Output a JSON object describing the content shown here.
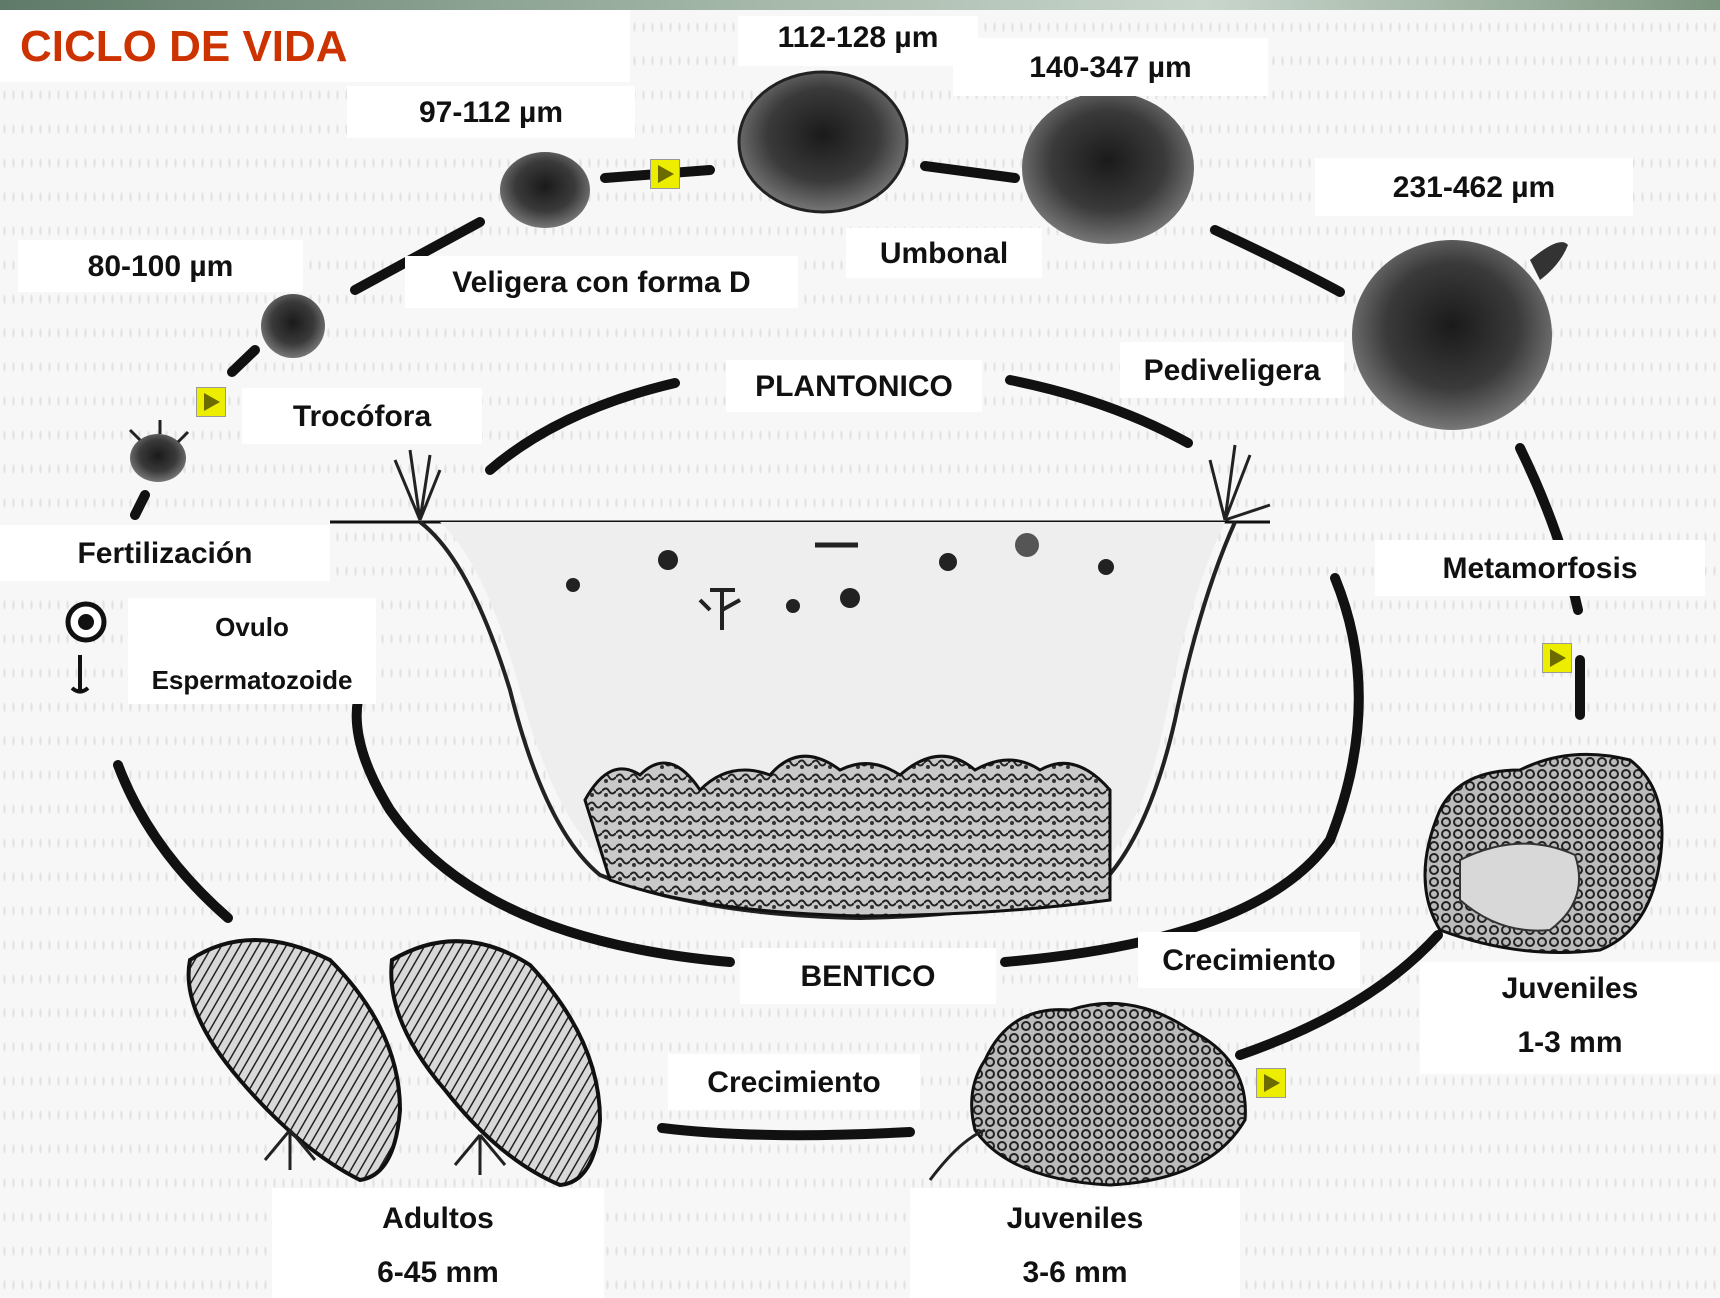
{
  "title": "CICLO DE VIDA",
  "labels": {
    "size_80_100": "80-100 µm",
    "size_97_112": "97-112 µm",
    "size_112_128": "112-128 µm",
    "size_140_347": "140-347 µm",
    "size_231_462": "231-462 µm",
    "veligera": "Veligera con forma D",
    "umbonal": "Umbonal",
    "trocofora": "Trocófora",
    "pediveligera": "Pediveligera",
    "plantonico": "PLANTONICO",
    "fertilizacion": "Fertilización",
    "ovulo": "Ovulo",
    "espermatozoide": "Espermatozoide",
    "metamorfosis": "Metamorfosis",
    "crecimiento_right": "Crecimiento",
    "bentico": "BENTICO",
    "crecimiento_bottom": "Crecimiento",
    "juveniles_1_3_name": "Juveniles",
    "juveniles_1_3_size": "1-3 mm",
    "juveniles_3_6_name": "Juveniles",
    "juveniles_3_6_size": "3-6 mm",
    "adultos_name": "Adultos",
    "adultos_size": "6-45 mm"
  },
  "colors": {
    "title": "#cc3300",
    "arrow_marker": "#eded00",
    "label_background": "#ffffff"
  }
}
